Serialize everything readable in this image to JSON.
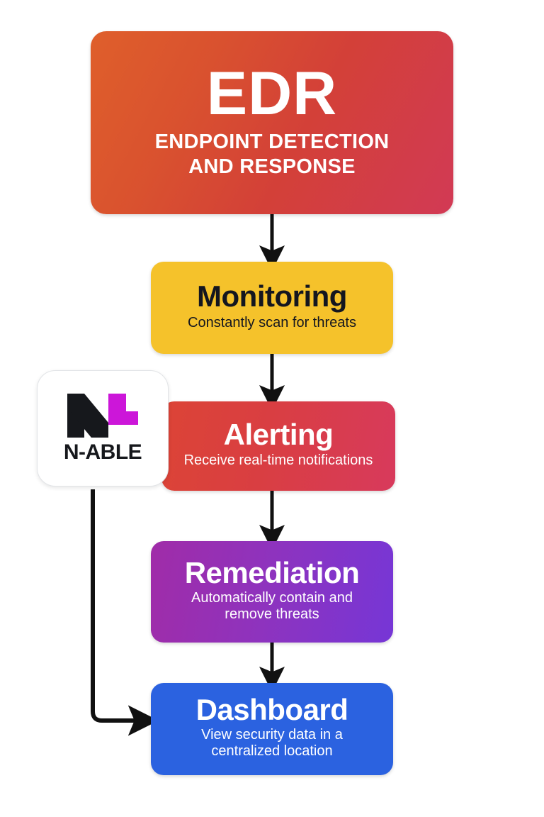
{
  "diagram": {
    "title": "EDR Endpoint Detection and Response flow",
    "background_color": "#FFFFFF"
  },
  "header": {
    "acronym": "EDR",
    "expansion": "ENDPOINT DETECTION\nAND RESPONSE",
    "expansion_line1": "ENDPOINT DETECTION",
    "expansion_line2": "AND RESPONSE",
    "gradient_from": "#DF5F2B",
    "gradient_to": "#D23A55",
    "text_color": "#FFFFFF"
  },
  "brand": {
    "wordmark": "N-ABLE",
    "mark_color": "#16181C",
    "mark_accent_color": "#CC16D9",
    "card_background": "#FFFFFF",
    "card_border_color": "#E2E4E7"
  },
  "steps": [
    {
      "id": "monitoring",
      "title": "Monitoring",
      "subtitle": "Constantly scan for threats",
      "subtitle_line1": "Constantly scan for threats",
      "subtitle_line2": "",
      "background_color": "#F5C22B",
      "text_color": "#14161F",
      "order": 1
    },
    {
      "id": "alerting",
      "title": "Alerting",
      "subtitle": "Receive real-time notifications",
      "subtitle_line1": "Receive real-time notifications",
      "subtitle_line2": "",
      "gradient_from": "#DC4436",
      "gradient_to": "#D83A5C",
      "text_color": "#FFFFFF",
      "order": 2
    },
    {
      "id": "remediation",
      "title": "Remediation",
      "subtitle": "Automatically contain and remove threats",
      "subtitle_line1": "Automatically contain and",
      "subtitle_line2": "remove threats",
      "gradient_from": "#A02CA8",
      "gradient_to": "#7636D6",
      "text_color": "#FFFFFF",
      "order": 3
    },
    {
      "id": "dashboard",
      "title": "Dashboard",
      "subtitle": "View security data in a centralized location",
      "subtitle_line1": "View security data in a",
      "subtitle_line2": "centralized location",
      "background_color": "#2B62E0",
      "text_color": "#FFFFFF",
      "order": 4
    }
  ],
  "connectors": [
    {
      "id": "edr-to-monitoring",
      "from": "edr",
      "to": "monitoring",
      "style": "straight-down",
      "color": "#111111"
    },
    {
      "id": "monitoring-to-alerting",
      "from": "monitoring",
      "to": "alerting",
      "style": "straight-down",
      "color": "#111111"
    },
    {
      "id": "alerting-to-remediation",
      "from": "alerting",
      "to": "remediation",
      "style": "straight-down",
      "color": "#111111"
    },
    {
      "id": "remediation-to-dashboard",
      "from": "remediation",
      "to": "dashboard",
      "style": "straight-down",
      "color": "#111111"
    },
    {
      "id": "brand-to-dashboard",
      "from": "brand",
      "to": "dashboard",
      "style": "elbow-right",
      "color": "#111111"
    }
  ]
}
